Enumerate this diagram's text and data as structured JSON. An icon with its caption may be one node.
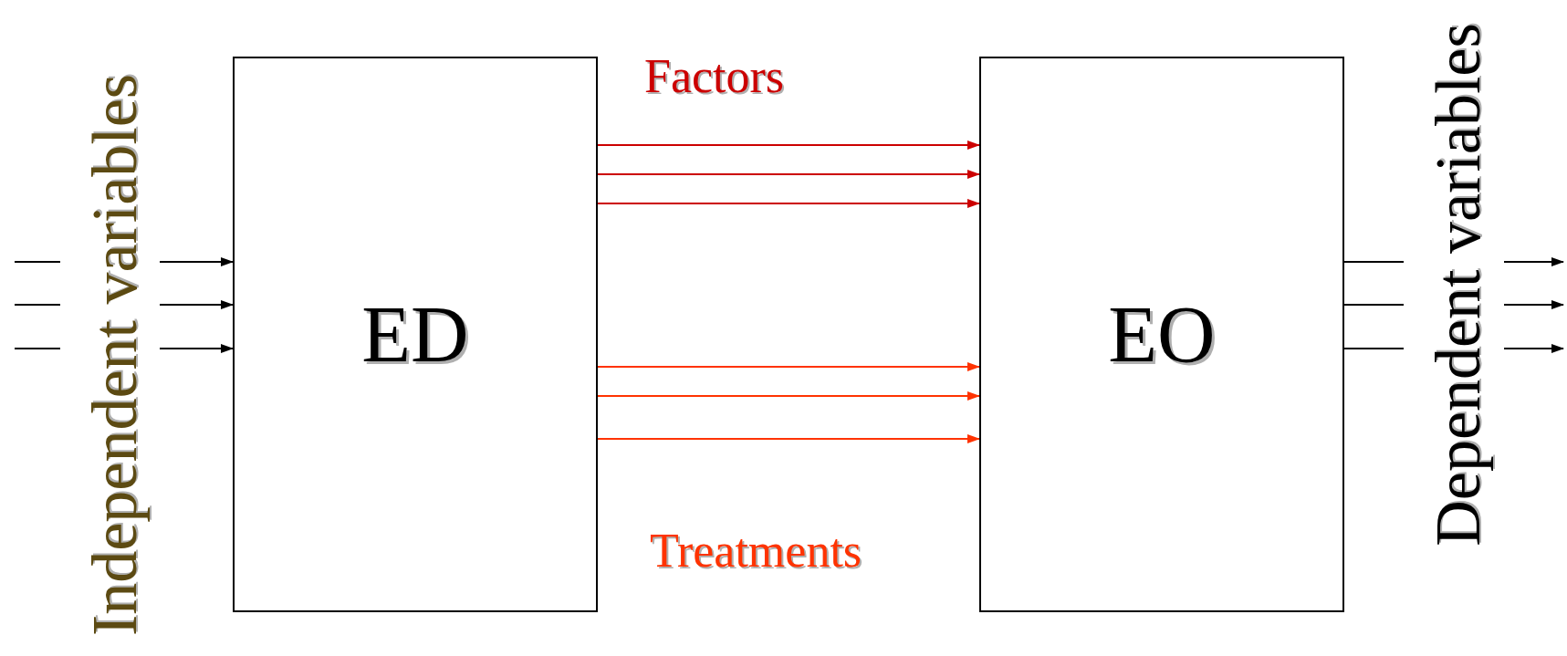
{
  "diagram": {
    "nodes": [
      {
        "text": [
          "ED"
        ]
      },
      {
        "text": [
          "EO"
        ]
      }
    ],
    "edges": [
      {
        "from": null,
        "to": 0,
        "arrow": "to"
      },
      {
        "from": null,
        "to": 0,
        "arrow": "to"
      },
      {
        "from": null,
        "to": 0,
        "arrow": "to"
      },
      {
        "from": 0,
        "to": 1,
        "arrow": "to",
        "color": "#cc0000"
      },
      {
        "from": 0,
        "to": 1,
        "arrow": "to",
        "color": "#cc0000"
      },
      {
        "from": 0,
        "to": 1,
        "arrow": "to",
        "color": "#cc0000"
      },
      {
        "from": 0,
        "to": 1,
        "arrow": "to",
        "color": "#ff3300"
      },
      {
        "from": 0,
        "to": 1,
        "arrow": "to",
        "color": "#ff3300"
      },
      {
        "from": 0,
        "to": 1,
        "arrow": "to",
        "color": "#ff3300"
      },
      {
        "from": 1,
        "to": null,
        "arrow": "to"
      },
      {
        "from": 1,
        "to": null,
        "arrow": "to"
      },
      {
        "from": 1,
        "to": null,
        "arrow": "to"
      }
    ],
    "labels": [
      "Independent variables",
      "Factors",
      "Treatments",
      "Dependent variables"
    ]
  }
}
